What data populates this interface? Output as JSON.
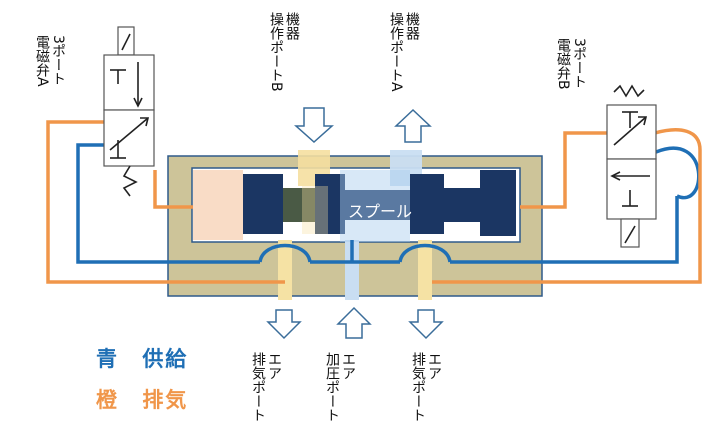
{
  "valve_a": {
    "line1": "3ポート",
    "line2": "電磁弁A"
  },
  "valve_b": {
    "line1": "3ポート",
    "line2": "電磁弁B"
  },
  "port_b": {
    "line1": "機器",
    "line2": "操作ポートB"
  },
  "port_a": {
    "line1": "機器",
    "line2": "操作ポートA"
  },
  "spool_label": "スプール",
  "exhaust_left": {
    "line1": "エア",
    "line2": "排気ポート"
  },
  "pressure_port": {
    "line1": "エア",
    "line2": "加圧ポート"
  },
  "exhaust_right": {
    "line1": "エア",
    "line2": "排気ポート"
  },
  "legend": {
    "blue_color_word": "青",
    "blue_meaning": "供給",
    "orange_color_word": "橙",
    "orange_meaning": "排気"
  },
  "colors": {
    "supply": "#1f6fb5",
    "exhaust": "#f0964a",
    "spool": "#1b3663",
    "body": "#cfc59b"
  }
}
